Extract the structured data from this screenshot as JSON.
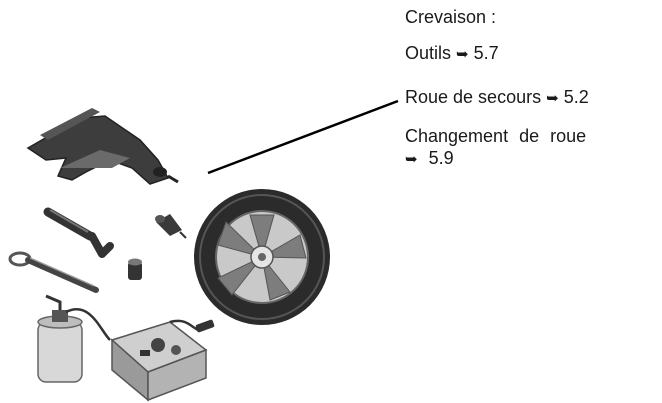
{
  "text": {
    "heading": "Crevaison :",
    "tools_label": "Outils",
    "tools_ref": "5.7",
    "spare_label": "Roue de secours",
    "spare_ref": "5.2",
    "change_label": "Changement de roue",
    "change_ref": "5.9",
    "arrow": "➥"
  },
  "icons": [
    "car-jack-icon",
    "wheel-brace-icon",
    "towing-eye-icon",
    "valve-cap-icon",
    "bolt-adapter-icon",
    "sealant-bottle-icon",
    "tyre-compressor-icon",
    "spare-wheel-icon"
  ]
}
